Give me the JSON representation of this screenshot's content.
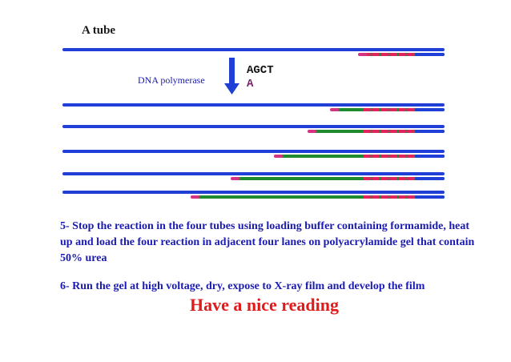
{
  "title": "A tube",
  "enzyme_label": "DNA polymerase",
  "nucleotides": {
    "set": "AGCT",
    "incorporated": "A"
  },
  "steps": [
    "5- Stop the reaction in the four tubes using loading buffer containing formamide, heat up and load the four reaction in adjacent four lanes on polyacrylamide gel that contain 50% urea",
    "6- Run the gel at high voltage, dry, expose to X-ray film and develop the film"
  ],
  "closing": "Have a nice reading",
  "colors": {
    "template_strand": "#1f3fd6",
    "new_strand": "#1f8a2e",
    "primer_dash": "#e0245e",
    "terminator": "#d63384",
    "arrow": "#1f3fd6",
    "step_text": "#1b1bb3",
    "closing_text": "#e01b1b"
  }
}
